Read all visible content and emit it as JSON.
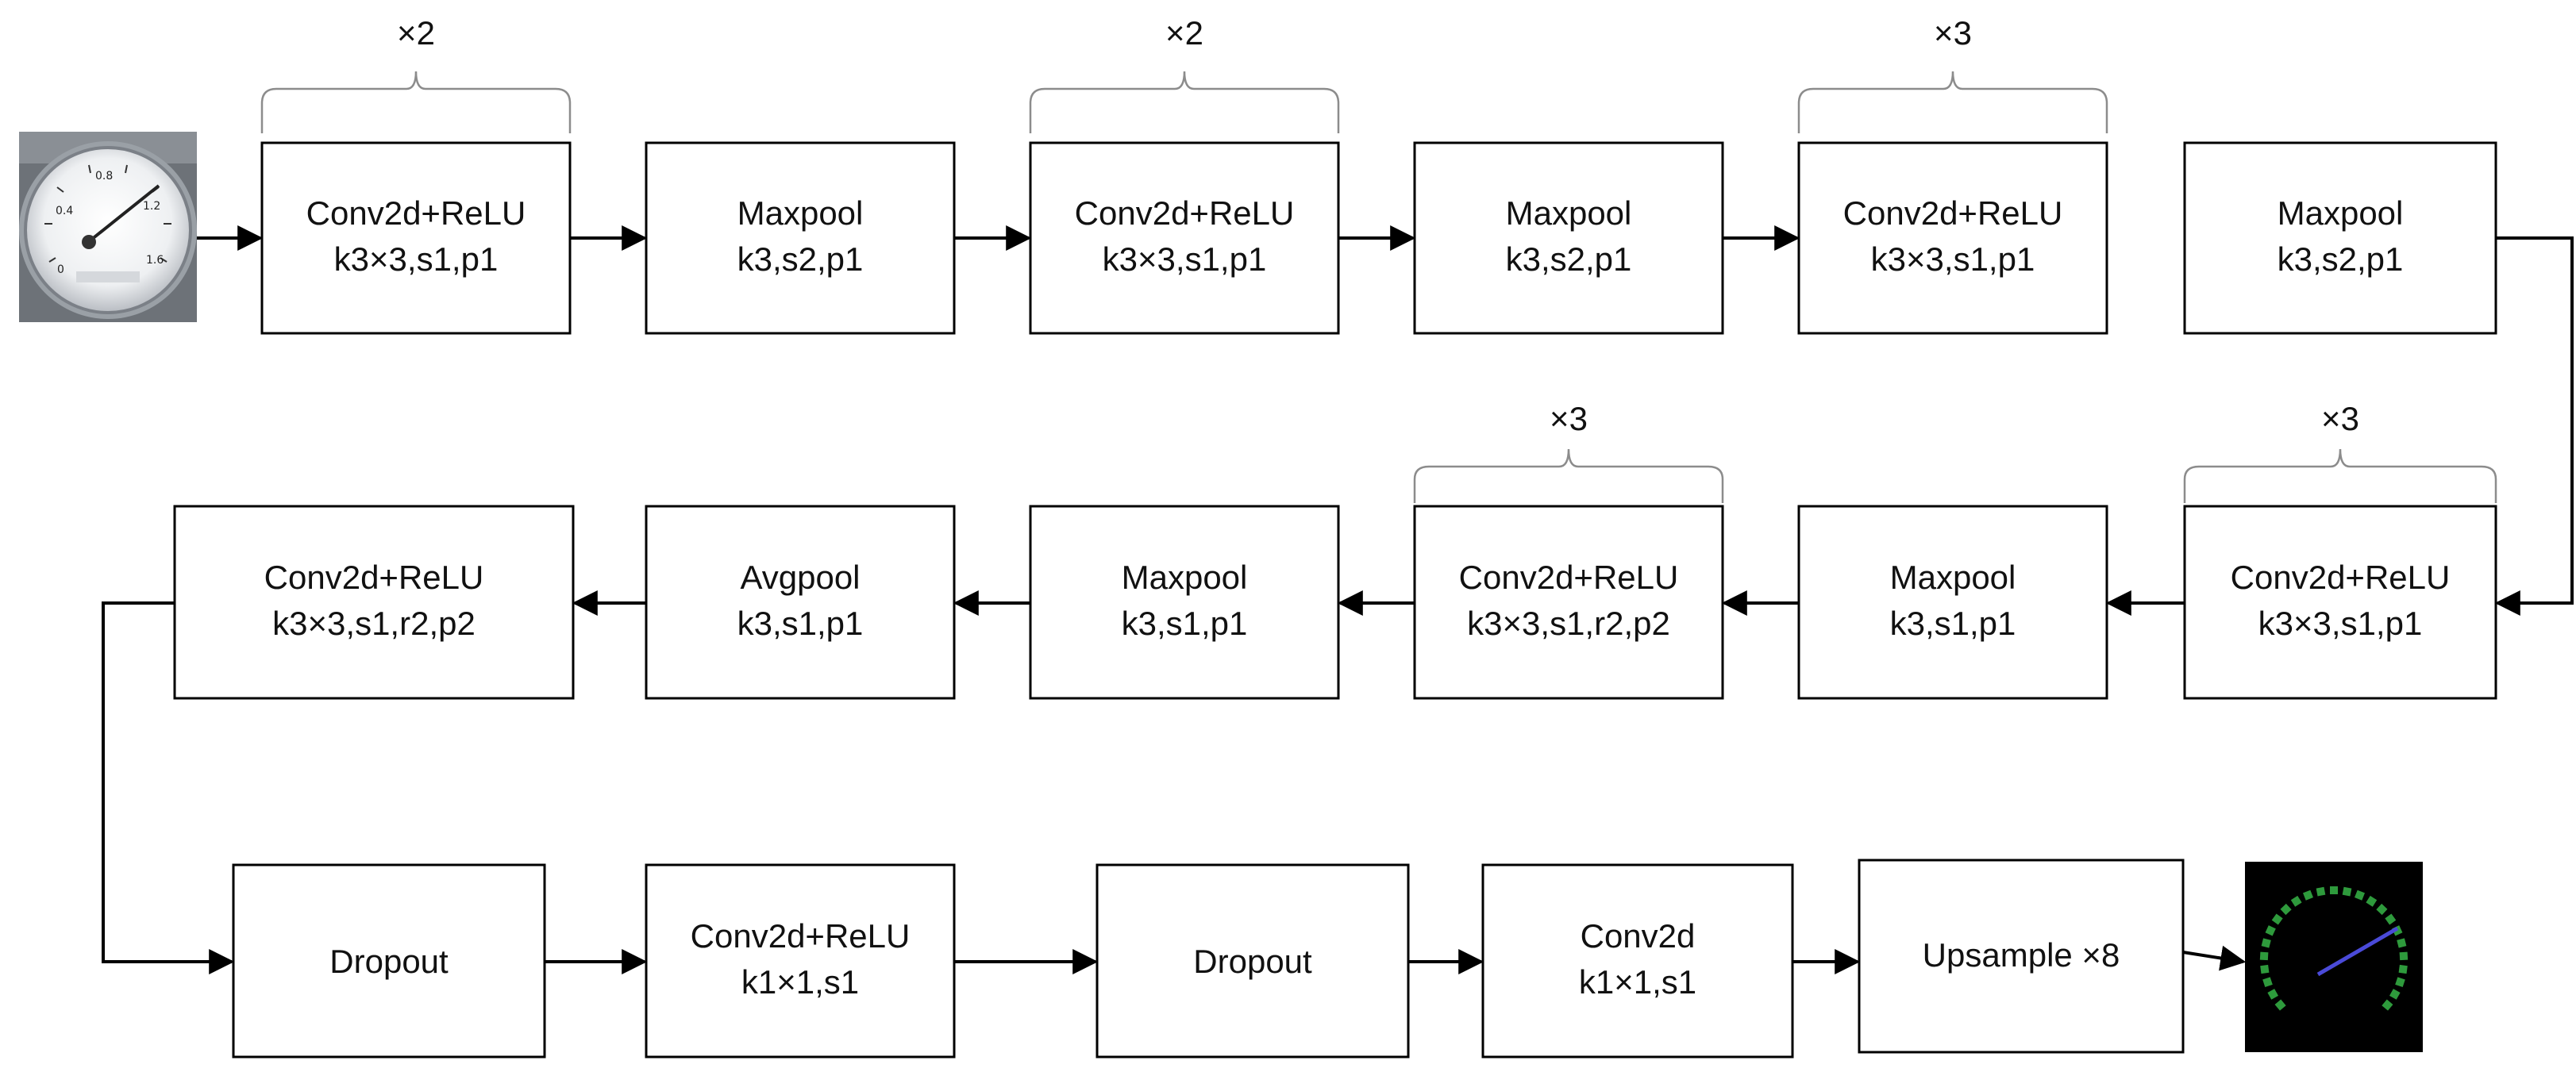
{
  "blocks": {
    "b1": {
      "line1": "Conv2d+ReLU",
      "line2": "k3×3,s1,p1"
    },
    "b2": {
      "line1": "Maxpool",
      "line2": "k3,s2,p1"
    },
    "b3": {
      "line1": "Conv2d+ReLU",
      "line2": "k3×3,s1,p1"
    },
    "b4": {
      "line1": "Maxpool",
      "line2": "k3,s2,p1"
    },
    "b5": {
      "line1": "Conv2d+ReLU",
      "line2": "k3×3,s1,p1"
    },
    "b6": {
      "line1": "Maxpool",
      "line2": "k3,s2,p1"
    },
    "b7": {
      "line1": "Conv2d+ReLU",
      "line2": "k3×3,s1,p1"
    },
    "b8": {
      "line1": "Maxpool",
      "line2": "k3,s1,p1"
    },
    "b9": {
      "line1": "Conv2d+ReLU",
      "line2": "k3×3,s1,r2,p2"
    },
    "b10": {
      "line1": "Maxpool",
      "line2": "k3,s1,p1"
    },
    "b11": {
      "line1": "Avgpool",
      "line2": "k3,s1,p1"
    },
    "b12": {
      "line1": "Conv2d+ReLU",
      "line2": "k3×3,s1,r2,p2"
    },
    "b13": {
      "line1": "Dropout",
      "line2": ""
    },
    "b14": {
      "line1": "Conv2d+ReLU",
      "line2": "k1×1,s1"
    },
    "b15": {
      "line1": "Dropout",
      "line2": ""
    },
    "b16": {
      "line1": "Conv2d",
      "line2": "k1×1,s1"
    },
    "b17": {
      "line1": "Upsample ×8",
      "line2": ""
    }
  },
  "repeats": {
    "r1": "×2",
    "r3": "×2",
    "r5": "×3",
    "r7": "×3",
    "r9": "×3"
  },
  "colors": {
    "stroke": "#000000",
    "brace": "#8c8c8c",
    "output_background": "#000000",
    "output_dots": "#2e9a3c",
    "output_needle": "#4a4ad8"
  }
}
